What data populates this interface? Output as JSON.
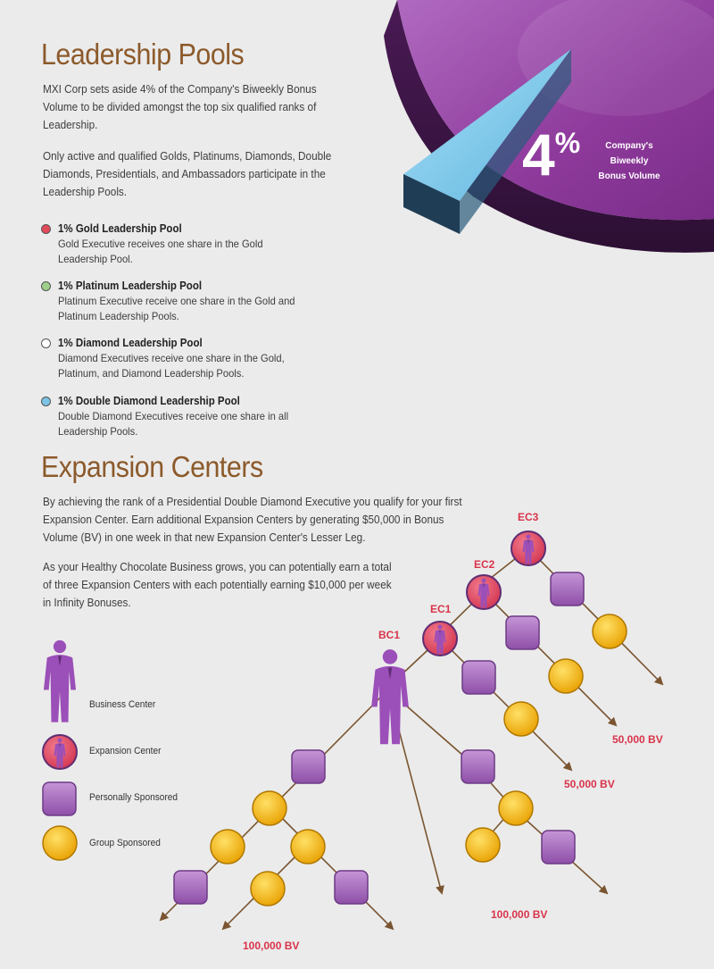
{
  "leadership": {
    "title": "Leadership Pools",
    "para1": "MXI Corp sets aside 4% of the Company's Biweekly Bonus Volume to be divided amongst the top six qualified ranks of Leadership.",
    "para2": "Only active and qualified Golds, Platinums, Diamonds, Double Diamonds, Presidentials, and Ambassadors participate in the Leadership Pools.",
    "pools": [
      {
        "title": "1% Gold Leadership Pool",
        "desc": "Gold Executive receives one share in the Gold Leadership Pool.",
        "color": "#e04b5a"
      },
      {
        "title": "1% Platinum Leadership Pool",
        "desc": "Platinum Executive receive one share in the Gold and Platinum Leadership Pools.",
        "color": "#9fcf8a"
      },
      {
        "title": "1% Diamond Leadership Pool",
        "desc": "Diamond Executives receive one share in the Gold, Platinum, and Diamond Leadership Pools.",
        "color": "#ffffff"
      },
      {
        "title": "1% Double Diamond Leadership Pool",
        "desc": "Double Diamond Executives receive one share in all Leadership Pools.",
        "color": "#7cc3e6"
      }
    ]
  },
  "pie": {
    "percent_number": "4",
    "percent_sign": "%",
    "label_line1": "Company's",
    "label_line2": "Biweekly",
    "label_line3": "Bonus Volume",
    "main_color": "#8e3a9c",
    "slice_color": "#7cc8ec"
  },
  "expansion": {
    "title": "Expansion Centers",
    "para1": "By achieving the rank of a Presidential Double Diamond Executive you qualify for your first Expansion Center. Earn additional Expansion Centers by generating $50,000 in Bonus Volume (BV) in one week in that new Expansion Center's Lesser Leg.",
    "para2": "As your Healthy Chocolate Business grows, you can potentially earn a total of three Expansion Centers with each potentially earning $10,000 per week in Infinity Bonuses."
  },
  "legend": {
    "business_center": "Business Center",
    "expansion_center": "Expansion Center",
    "personally_sponsored": "Personally Sponsored",
    "group_sponsored": "Group Sponsored"
  },
  "diagram": {
    "bc1": "BC1",
    "ec1": "EC1",
    "ec2": "EC2",
    "ec3": "EC3",
    "bv_50k_a": "50,000 BV",
    "bv_50k_b": "50,000 BV",
    "bv_100k_a": "100,000 BV",
    "bv_100k_b": "100,000 BV",
    "purple_color": "#9b59b6",
    "gold_color": "#f5b400",
    "red_color": "#d9334a"
  }
}
